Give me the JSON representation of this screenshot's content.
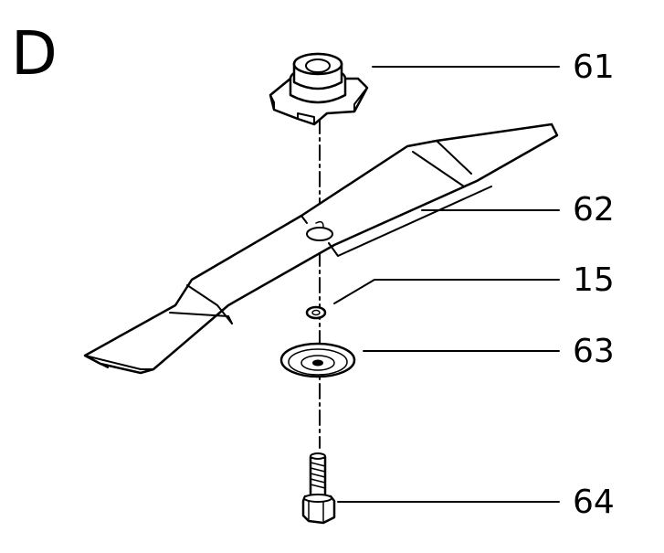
{
  "diagram": {
    "section_letter": "D",
    "callouts": [
      {
        "id": "61",
        "text": "61",
        "part": "blade-holder"
      },
      {
        "id": "62",
        "text": "62",
        "part": "blade"
      },
      {
        "id": "15",
        "text": "15",
        "part": "lock-washer"
      },
      {
        "id": "63",
        "text": "63",
        "part": "cup-washer"
      },
      {
        "id": "64",
        "text": "64",
        "part": "bolt"
      }
    ],
    "colors": {
      "ink": "#000000",
      "paper": "#ffffff"
    }
  }
}
